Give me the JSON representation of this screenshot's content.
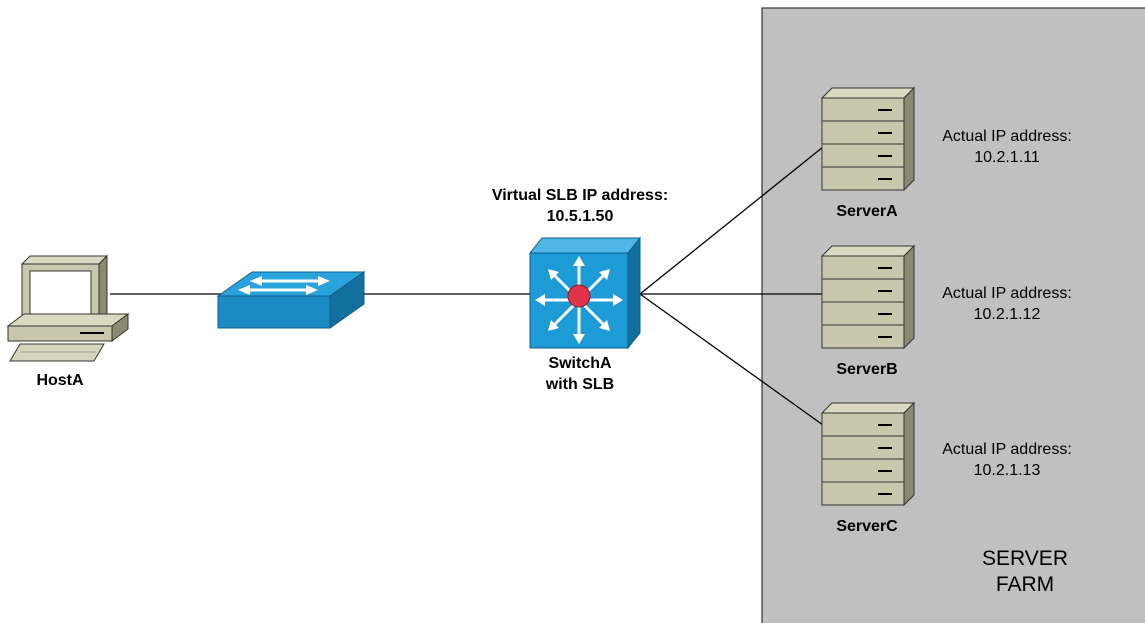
{
  "colors": {
    "farm_background": "#c0c0c0",
    "switch_blue": "#1d9bd6",
    "center_dot": "#e0344d",
    "server_body": "#c8c8ac"
  },
  "host": {
    "label": "HostA",
    "icon": "pc-icon"
  },
  "access_switch": {
    "icon": "workgroup-switch-icon"
  },
  "slb_switch": {
    "icon": "multilayer-switch-icon",
    "vip_label_line1": "Virtual SLB IP address:",
    "vip_label_line2": "10.5.1.50",
    "name_line1": "SwitchA",
    "name_line2": "with SLB"
  },
  "server_farm": {
    "label_line1": "SERVER",
    "label_line2": "FARM",
    "servers": [
      {
        "name": "ServerA",
        "ip_caption": "Actual IP address:",
        "ip": "10.2.1.11",
        "icon": "server-icon"
      },
      {
        "name": "ServerB",
        "ip_caption": "Actual IP address:",
        "ip": "10.2.1.12",
        "icon": "server-icon"
      },
      {
        "name": "ServerC",
        "ip_caption": "Actual IP address:",
        "ip": "10.2.1.13",
        "icon": "server-icon"
      }
    ]
  }
}
